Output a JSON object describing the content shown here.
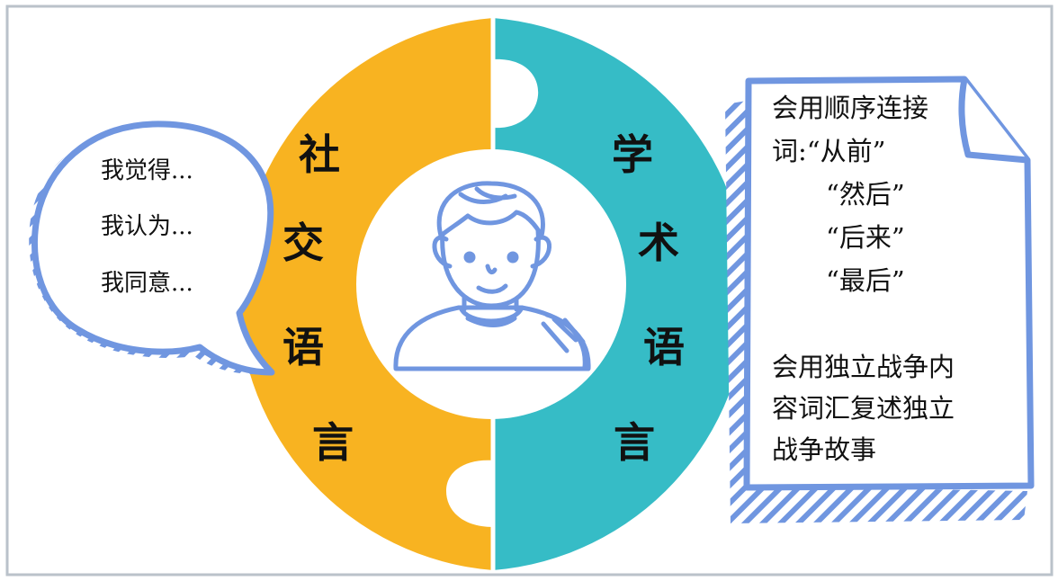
{
  "social_language": {
    "chars": [
      "社",
      "交",
      "语",
      "言"
    ],
    "color": "#F8B321"
  },
  "academic_language": {
    "chars": [
      "学",
      "术",
      "语",
      "言"
    ],
    "color": "#36BCC6"
  },
  "speech_bubble": {
    "lines": [
      "我觉得...",
      "我认为...",
      "我同意..."
    ]
  },
  "note_paper": {
    "lines": [
      "会用顺序连接",
      "词:“从前”",
      "“然后”",
      "“后来”",
      "“最后”"
    ],
    "lines2": [
      "会用独立战争内",
      "容词汇复述独立",
      "战争故事"
    ]
  },
  "colors": {
    "outline": "#7096E0",
    "frame": "#BAC2CA"
  },
  "icons": {
    "center": "student-face-icon"
  }
}
